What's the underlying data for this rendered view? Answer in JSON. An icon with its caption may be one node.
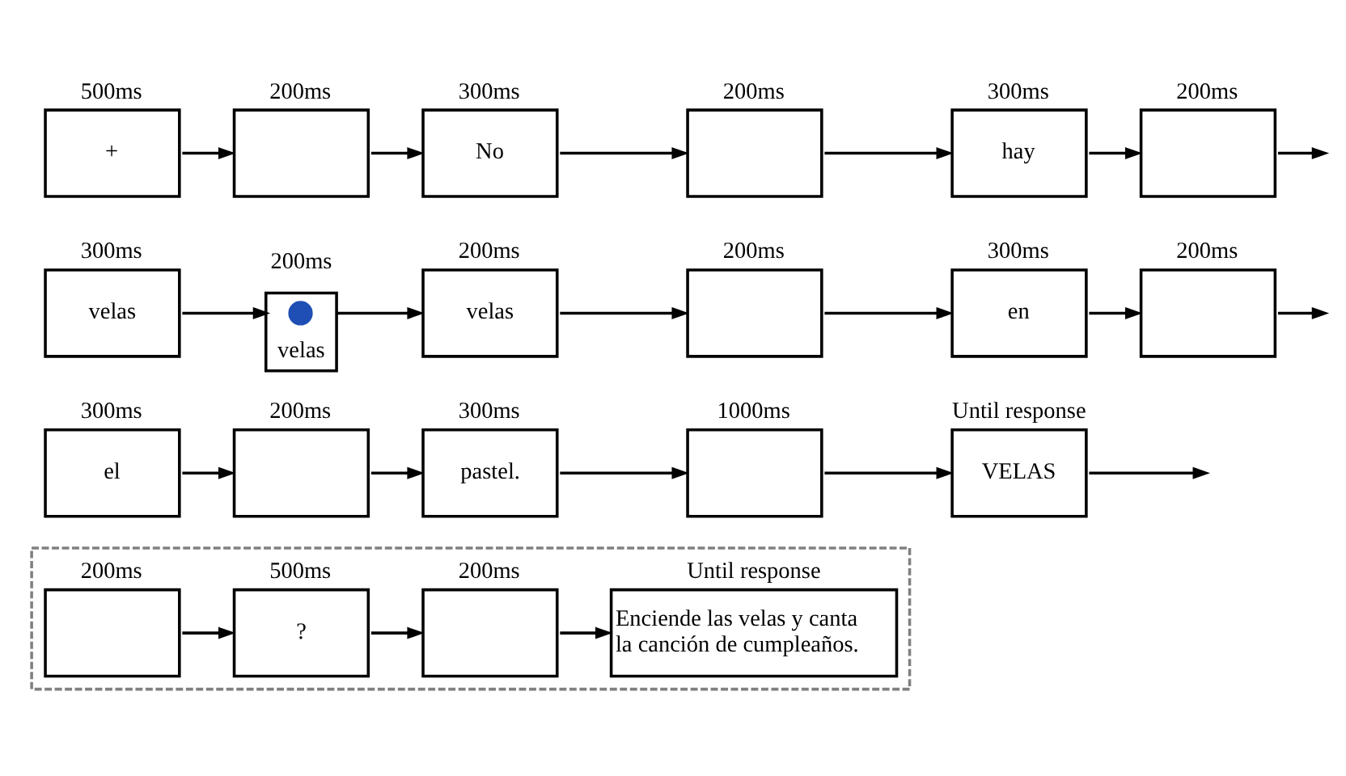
{
  "diagram": {
    "nodes": [
      {
        "text": [
          "+"
        ],
        "beside": [
          "500ms"
        ]
      },
      {
        "text": [],
        "shape": "box",
        "beside": [
          "200ms"
        ]
      },
      {
        "text": [
          "No"
        ],
        "beside": [
          "300ms"
        ]
      },
      {
        "text": [],
        "shape": "box",
        "beside": [
          "200ms"
        ]
      },
      {
        "text": [
          "hay"
        ],
        "beside": [
          "300ms"
        ]
      },
      {
        "text": [],
        "shape": "box",
        "beside": [
          "200ms"
        ]
      },
      {
        "text": [
          "velas"
        ],
        "beside": [
          "300ms"
        ]
      },
      {
        "text": [
          "velas"
        ],
        "beside": [
          "200ms"
        ]
      },
      {
        "text": [],
        "shape": "circle",
        "in": 7
      },
      {
        "text": [
          "velas"
        ],
        "beside": [
          "200ms"
        ]
      },
      {
        "text": [],
        "shape": "box",
        "beside": [
          "200ms"
        ]
      },
      {
        "text": [
          "en"
        ],
        "beside": [
          "300ms"
        ]
      },
      {
        "text": [],
        "shape": "box",
        "beside": [
          "200ms"
        ]
      },
      {
        "text": [
          "el"
        ],
        "beside": [
          "300ms"
        ]
      },
      {
        "text": [],
        "shape": "box",
        "beside": [
          "200ms"
        ]
      },
      {
        "text": [
          "pastel."
        ],
        "beside": [
          "300ms"
        ]
      },
      {
        "text": [],
        "shape": "box",
        "beside": [
          "1000ms"
        ]
      },
      {
        "text": [
          "VELAS"
        ],
        "beside": [
          "Until response"
        ]
      },
      {
        "text": [],
        "shape": "box"
      },
      {
        "text": [],
        "shape": "box",
        "beside": [
          "200ms"
        ],
        "in": 18
      },
      {
        "text": [
          "?"
        ],
        "beside": [
          "500ms"
        ],
        "in": 18
      },
      {
        "text": [],
        "shape": "box",
        "beside": [
          "200ms"
        ],
        "in": 18
      },
      {
        "text": [
          "Enciende las velas y canta la canción de cumpleaños."
        ],
        "beside": [
          "Until response"
        ],
        "in": 18
      }
    ],
    "edges": [
      {
        "from": 0,
        "to": 1,
        "arrow": "to"
      },
      {
        "from": 1,
        "to": 2,
        "arrow": "to"
      },
      {
        "from": 2,
        "to": 3,
        "arrow": "to"
      },
      {
        "from": 3,
        "to": 4,
        "arrow": "to"
      },
      {
        "from": 4,
        "to": 5,
        "arrow": "to"
      },
      {
        "from": 5,
        "to": null,
        "arrow": "to"
      },
      {
        "from": 6,
        "to": 7,
        "arrow": "to"
      },
      {
        "from": 7,
        "to": 9,
        "arrow": "to"
      },
      {
        "from": 9,
        "to": 10,
        "arrow": "to"
      },
      {
        "from": 10,
        "to": 11,
        "arrow": "to"
      },
      {
        "from": 11,
        "to": 12,
        "arrow": "to"
      },
      {
        "from": 12,
        "to": null,
        "arrow": "to"
      },
      {
        "from": 13,
        "to": 14,
        "arrow": "to"
      },
      {
        "from": 14,
        "to": 15,
        "arrow": "to"
      },
      {
        "from": 15,
        "to": 16,
        "arrow": "to"
      },
      {
        "from": 16,
        "to": 17,
        "arrow": "to"
      },
      {
        "from": 17,
        "to": null,
        "arrow": "to"
      },
      {
        "from": 19,
        "to": 20,
        "arrow": "to"
      },
      {
        "from": 20,
        "to": 21,
        "arrow": "to"
      },
      {
        "from": 21,
        "to": 22,
        "arrow": "to"
      }
    ]
  }
}
